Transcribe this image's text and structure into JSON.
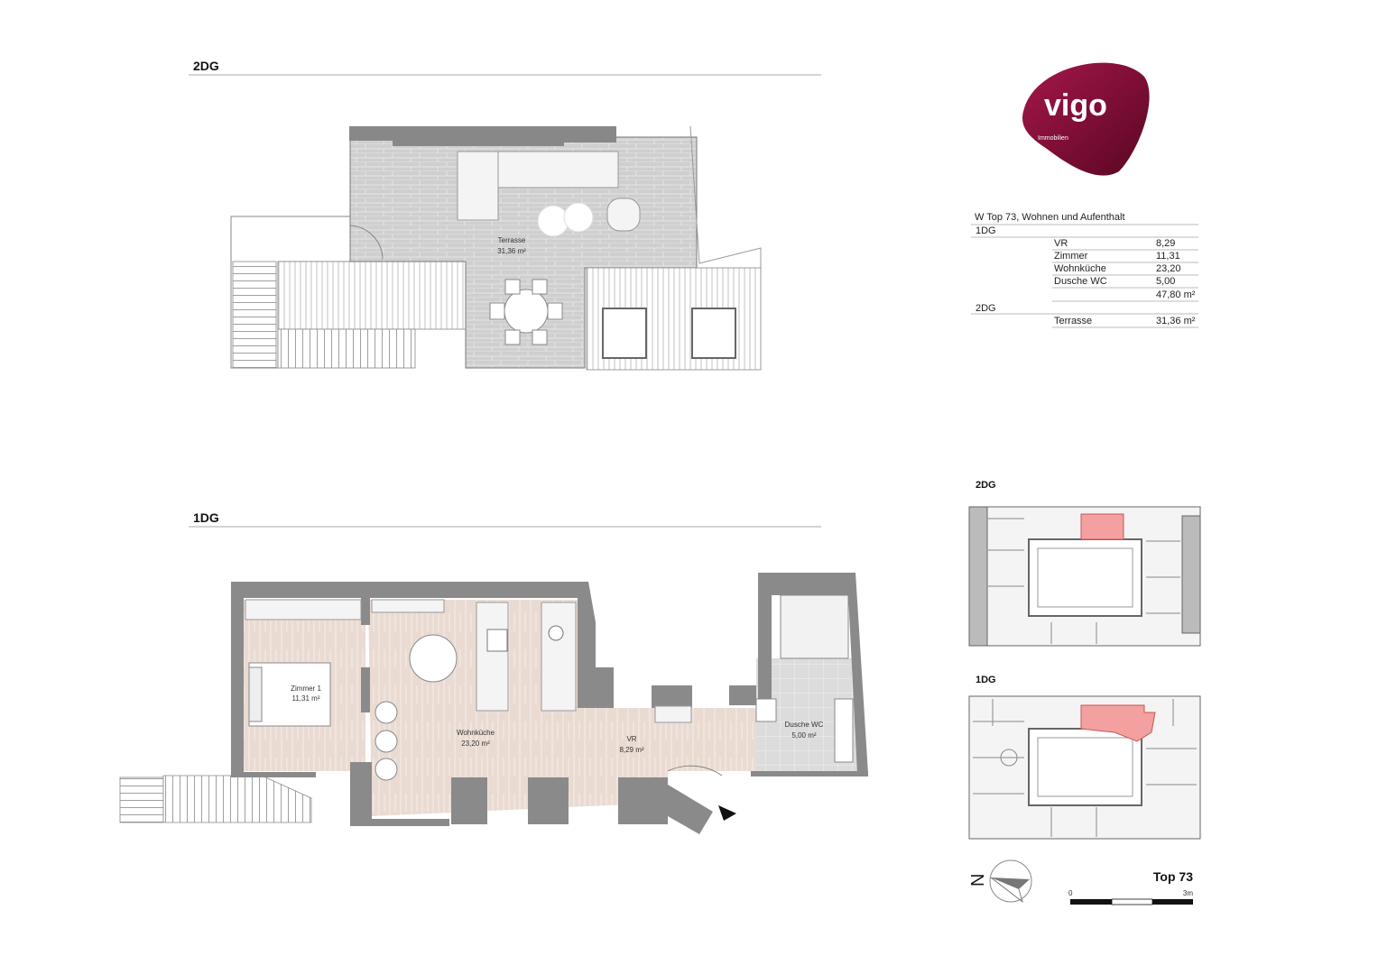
{
  "floors": {
    "upper": {
      "label": "2DG",
      "rooms": [
        {
          "name": "Terrasse",
          "area": "31,36 m²"
        }
      ]
    },
    "lower": {
      "label": "1DG",
      "rooms": [
        {
          "name": "Zimmer 1",
          "area": "11,31 m²"
        },
        {
          "name": "Wohnküche",
          "area": "23,20 m²"
        },
        {
          "name": "VR",
          "area": "8,29 m²"
        },
        {
          "name": "Dusche WC",
          "area": "5,00 m²"
        }
      ]
    }
  },
  "logo": {
    "brand": "vigo",
    "sub": "Immobilien",
    "color": "#8a0f3c"
  },
  "area_table": {
    "title": "W Top 73, Wohnen und Aufenthalt",
    "sections": [
      {
        "floor": "1DG",
        "rows": [
          {
            "room": "VR",
            "value": "8,29"
          },
          {
            "room": "Zimmer",
            "value": "11,31"
          },
          {
            "room": "Wohnküche",
            "value": "23,20"
          },
          {
            "room": "Dusche WC",
            "value": "5,00"
          },
          {
            "room": "",
            "value": "47,80 m²"
          }
        ]
      },
      {
        "floor": "2DG",
        "rows": [
          {
            "room": "Terrasse",
            "value": "31,36 m²"
          }
        ]
      }
    ]
  },
  "key_plans": {
    "upper_label": "2DG",
    "lower_label": "1DG",
    "highlight_color": "#f2a0a0"
  },
  "unit_label": "Top 73",
  "scale_bar": {
    "start": "0",
    "end": "3m"
  },
  "north_label": "N"
}
